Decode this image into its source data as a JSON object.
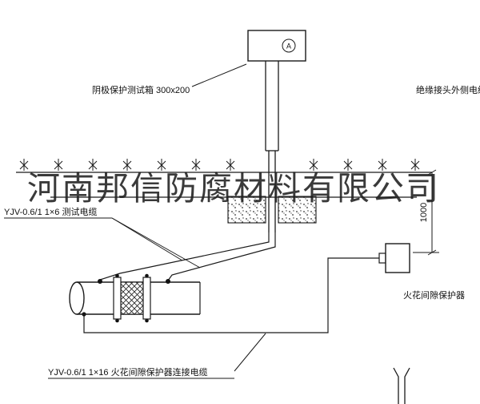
{
  "drawing": {
    "watermark": "河南邦信防腐材料有限公司",
    "meter_label": "A",
    "labels": {
      "test_box": "阴极保护测试箱 300x200",
      "outer_cable": "绝缘接头外侧电缆",
      "test_cable": "YJV-0.6/1 1×6  测试电缆",
      "spark_gap": "火花间隙保护器",
      "spark_gap_cable": "YJV-0.6/1 1×16  火花间隙保护器连接电缆",
      "dimension_1000": "1000"
    },
    "colors": {
      "line": "#1a1a1a",
      "background": "#ffffff",
      "watermark": "#1f1f1f"
    }
  }
}
